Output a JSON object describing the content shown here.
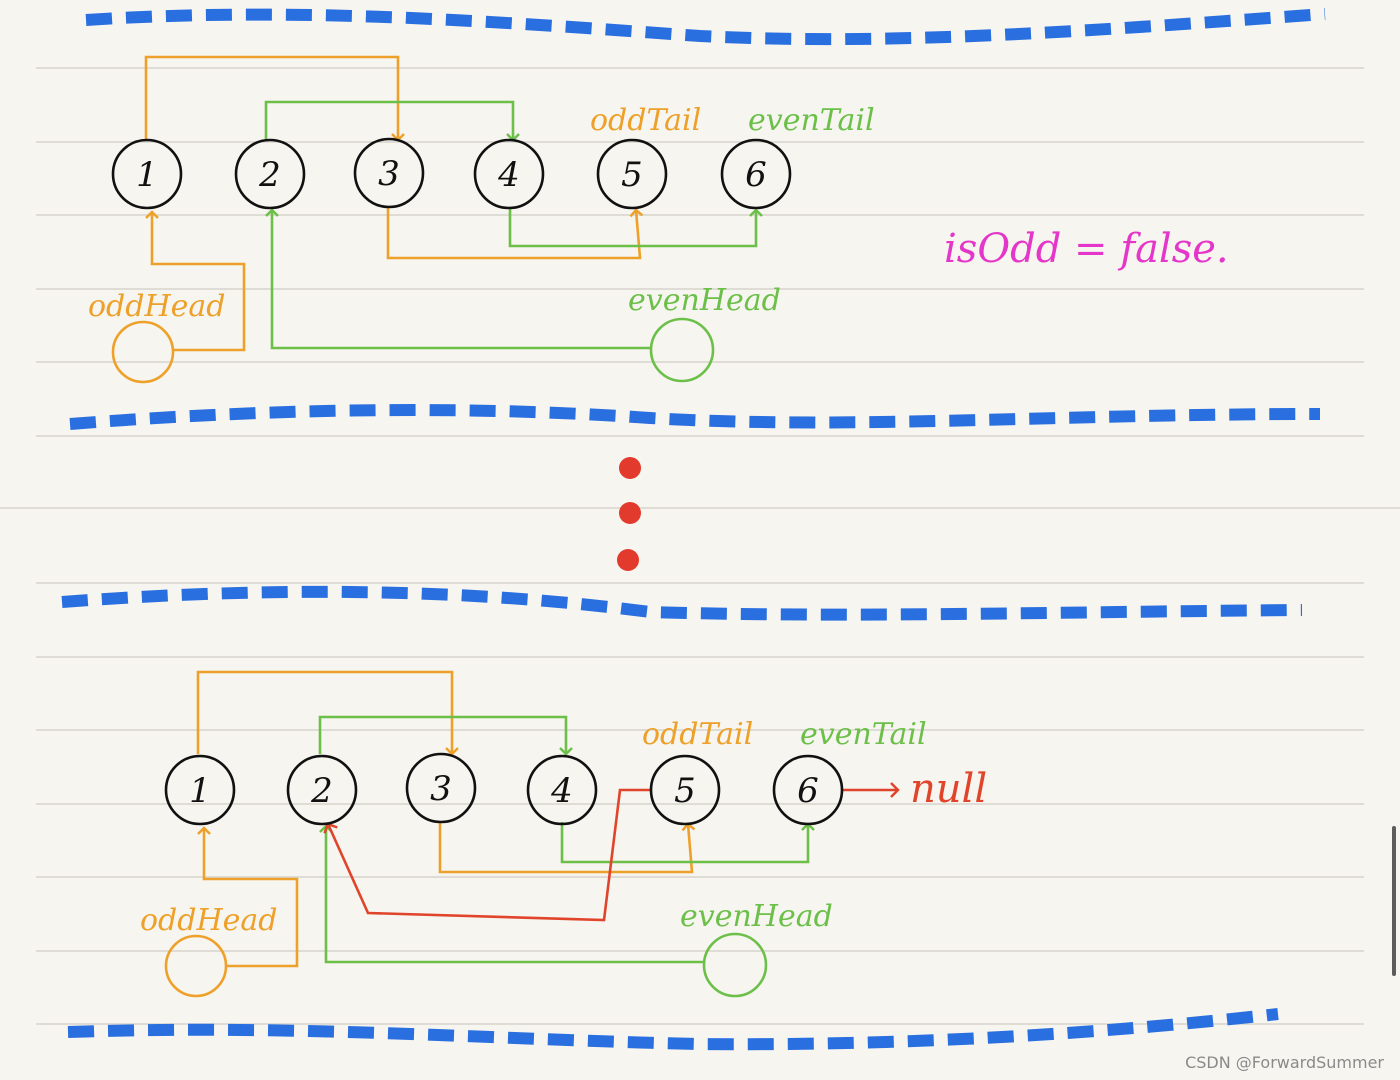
{
  "colors": {
    "paper": "#f7f5ef",
    "rule": "#d6d3cc",
    "blue_dash": "#2a6fe0",
    "odd": "#eea12a",
    "even": "#6cc04a",
    "next_red": "#e0452b",
    "is_odd_pink": "#e437c9",
    "ink": "#111111",
    "dots": "#e23a2c"
  },
  "top_panel": {
    "nodes": [
      "1",
      "2",
      "3",
      "4",
      "5",
      "6"
    ],
    "odd_tail_label": "oddTail",
    "even_tail_label": "evenTail",
    "odd_head_label": "oddHead",
    "even_head_label": "evenHead",
    "is_odd_text": "isOdd = false."
  },
  "bottom_panel": {
    "nodes": [
      "1",
      "2",
      "3",
      "4",
      "5",
      "6"
    ],
    "odd_tail_label": "oddTail",
    "even_tail_label": "evenTail",
    "odd_head_label": "oddHead",
    "even_head_label": "evenHead",
    "null_label": "null"
  },
  "watermark": "CSDN @ForwardSummer"
}
